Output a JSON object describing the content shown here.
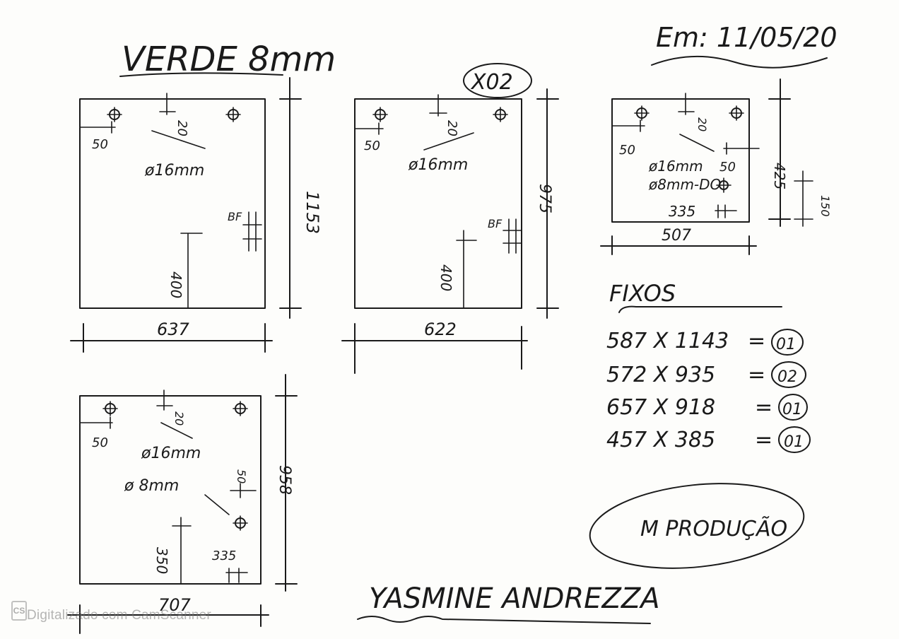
{
  "header": {
    "title": "VERDE 8mm",
    "date": "Em: 11/05/20"
  },
  "panels": [
    {
      "id": "p1",
      "width": "637",
      "height": "1153",
      "edge_offset": "50",
      "top_offset": "20",
      "hole_big": "ø16mm",
      "marker": "BF",
      "dim_400": "400"
    },
    {
      "id": "p2",
      "quantity": "X02",
      "width": "622",
      "height": "975",
      "edge_offset": "50",
      "top_offset": "20",
      "hole_big": "ø16mm",
      "marker": "BF",
      "dim_400": "400"
    },
    {
      "id": "p3",
      "width": "507",
      "height": "425",
      "edge_offset": "50",
      "top_offset": "20",
      "hole_big": "ø16mm",
      "hole_small": "ø8mm-DO",
      "offset_50": "50",
      "dim_335": "335",
      "dim_150": "150"
    },
    {
      "id": "p4",
      "width": "707",
      "height": "958",
      "edge_offset": "50",
      "top_offset": "20",
      "hole_big": "ø16mm",
      "hole_small": "ø 8mm",
      "offset_50": "50",
      "dim_350": "350",
      "dim_335": "335"
    }
  ],
  "fixos": {
    "title": "FIXOS",
    "rows": [
      {
        "size": "587 X 1143",
        "qty": "01"
      },
      {
        "size": "572 X 935",
        "qty": "02"
      },
      {
        "size": "657 X 918",
        "qty": "01"
      },
      {
        "size": "457 X 385",
        "qty": "01"
      }
    ]
  },
  "stamp": "M PRODUÇÃO",
  "signature": "YASMINE ANDREZZA",
  "watermark": "Digitalizado com CamScanner"
}
